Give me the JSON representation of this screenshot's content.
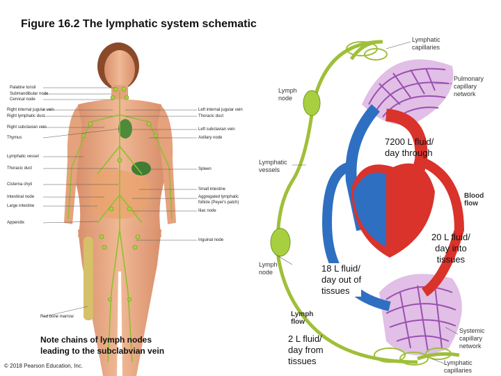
{
  "figure_title": "Figure 16.2  The lymphatic system schematic",
  "body_labels_left": [
    "Palatine tonsil",
    "Submandibular node",
    "Cervical node",
    "Right internal jugular vein",
    "Right lymphatic duct",
    "Right subclavian vein",
    "Thymus",
    "Lymphatic vessel",
    "Thoracic duct",
    "Cisterna chyli",
    "Intestinal node",
    "Large intestine",
    "Appendix",
    "Red bone marrow"
  ],
  "body_labels_right": [
    "Left internal jugular vein",
    "Thoracic duct",
    "Left subclavian vein",
    "Axillary node",
    "Spleen",
    "Small intestine",
    "Aggregated lymphatic",
    "follicle (Peyer's patch)",
    "Iliac node",
    "Inguinal node"
  ],
  "note": [
    "Note chains of lymph nodes",
    "leading to the subclabvian vein"
  ],
  "copyright": "© 2018 Pearson Education, Inc.",
  "circulation_labels": {
    "lymphatic_capillaries_top": [
      "Lymphatic",
      "capillaries"
    ],
    "lymph_node_top": [
      "Lymph",
      "node"
    ],
    "pulmonary_capillary_network": [
      "Pulmonary",
      "capillary",
      "network"
    ],
    "lymphatic_vessels": [
      "Lymphatic",
      "vessels"
    ],
    "blood_flow": [
      "Blood",
      "flow"
    ],
    "lymph_node_bottom": [
      "Lymph",
      "node"
    ],
    "lymph_flow": [
      "Lymph",
      "flow"
    ],
    "systemic_capillary_network": [
      "Systemic",
      "capillary",
      "network"
    ],
    "lymphatic_capillaries_bottom": [
      "Lymphatic",
      "capillaries"
    ]
  },
  "flow_labels": {
    "through": [
      "7200 L fluid/",
      "day through"
    ],
    "into_tissues": [
      "20 L fluid/",
      "day into",
      "tissues"
    ],
    "out_of_tissues": [
      "18 L fluid/",
      "day out of",
      "tissues"
    ],
    "from_tissues": [
      "2 L fluid/",
      "day from",
      "tissues"
    ]
  },
  "colors": {
    "artery_red": "#d9332b",
    "vein_blue": "#2f6fc1",
    "lymph_green": "#9fbf3a",
    "capillary_purple": "#9a4fb0",
    "skin": "#e8a882"
  }
}
